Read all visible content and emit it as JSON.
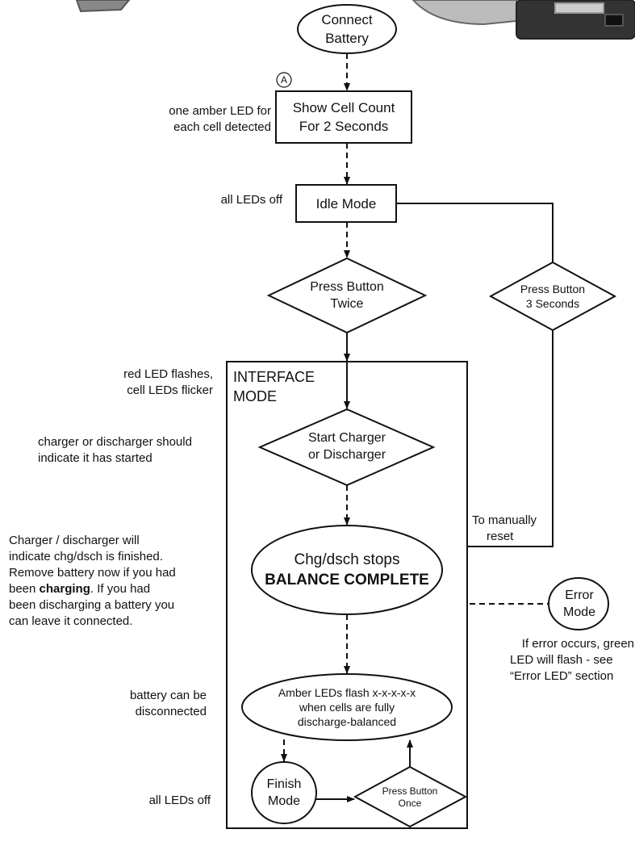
{
  "nodes": {
    "connect": [
      "Connect",
      "Battery"
    ],
    "marker_a": "A",
    "show_cells": [
      "Show Cell Count",
      "For 2 Seconds"
    ],
    "idle": "Idle Mode",
    "press_twice": [
      "Press Button",
      "Twice"
    ],
    "press_3s": [
      "Press Button",
      "3 Seconds"
    ],
    "interface_mode": [
      "INTERFACE",
      "MODE"
    ],
    "start_charger": [
      "Start Charger",
      "or Discharger"
    ],
    "chg_stops": "Chg/dsch stops",
    "balance_complete": "BALANCE COMPLETE",
    "error_mode": [
      "Error",
      "Mode"
    ],
    "amber_flash": [
      "Amber LEDs flash x-x-x-x-x",
      "when cells are fully",
      "discharge-balanced"
    ],
    "finish_mode": [
      "Finish",
      "Mode"
    ],
    "press_once": [
      "Press Button",
      "Once"
    ]
  },
  "notes": {
    "amber_led": [
      "one amber LED for",
      "each cell detected"
    ],
    "all_off_1": "all LEDs off",
    "red_flash": [
      "red LED flashes,",
      "cell LEDs flicker"
    ],
    "charger_started": [
      "charger or discharger should",
      "indicate it has started"
    ],
    "finished": {
      "line1": "Charger / discharger will",
      "line2": "indicate chg/dsch is finished.",
      "line3": "Remove battery now if you had",
      "line4_pre": "been ",
      "line4_bold": "charging",
      "line4_post": ". If you had",
      "line5": "been discharging a battery you",
      "line6": "can leave it connected."
    },
    "manual_reset": [
      "To manually",
      "reset"
    ],
    "error_info": [
      "If error occurs, green",
      "LED will flash - see",
      "“Error LED” section"
    ],
    "can_disconnect": [
      "battery can be",
      "disconnected"
    ],
    "all_off_2": "all LEDs off"
  }
}
